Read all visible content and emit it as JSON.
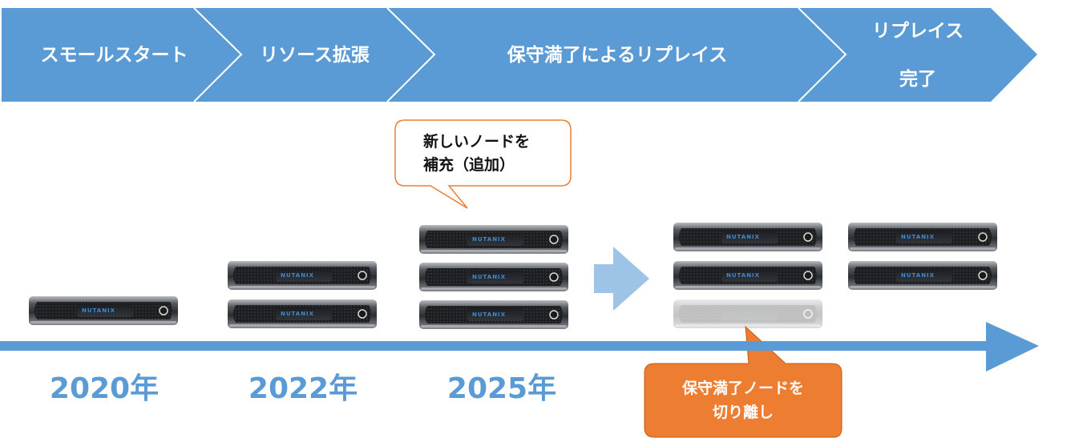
{
  "phases": [
    {
      "label": "スモールスタート"
    },
    {
      "label": "リソース拡張"
    },
    {
      "label": "保守満了によるリプレイス"
    },
    {
      "label_line1": "リプレイス",
      "label_line2": "完了"
    }
  ],
  "years": [
    "2020年",
    "2022年",
    "2025年"
  ],
  "callouts": {
    "add_node": {
      "line1": "新しいノードを",
      "line2": "補充（追加）"
    },
    "remove_node": {
      "line1": "保守満了ノードを",
      "line2": "切り離し"
    }
  },
  "server_brand": "NUTANIX",
  "colors": {
    "chevron_fill": "#5b9bd5",
    "timeline": "#5b9bd5",
    "year_text": "#5b9bd5",
    "callout_orange": "#ed7d31",
    "callout_outline": "#ed7d31",
    "transition_arrow": "#9dc3e6"
  }
}
